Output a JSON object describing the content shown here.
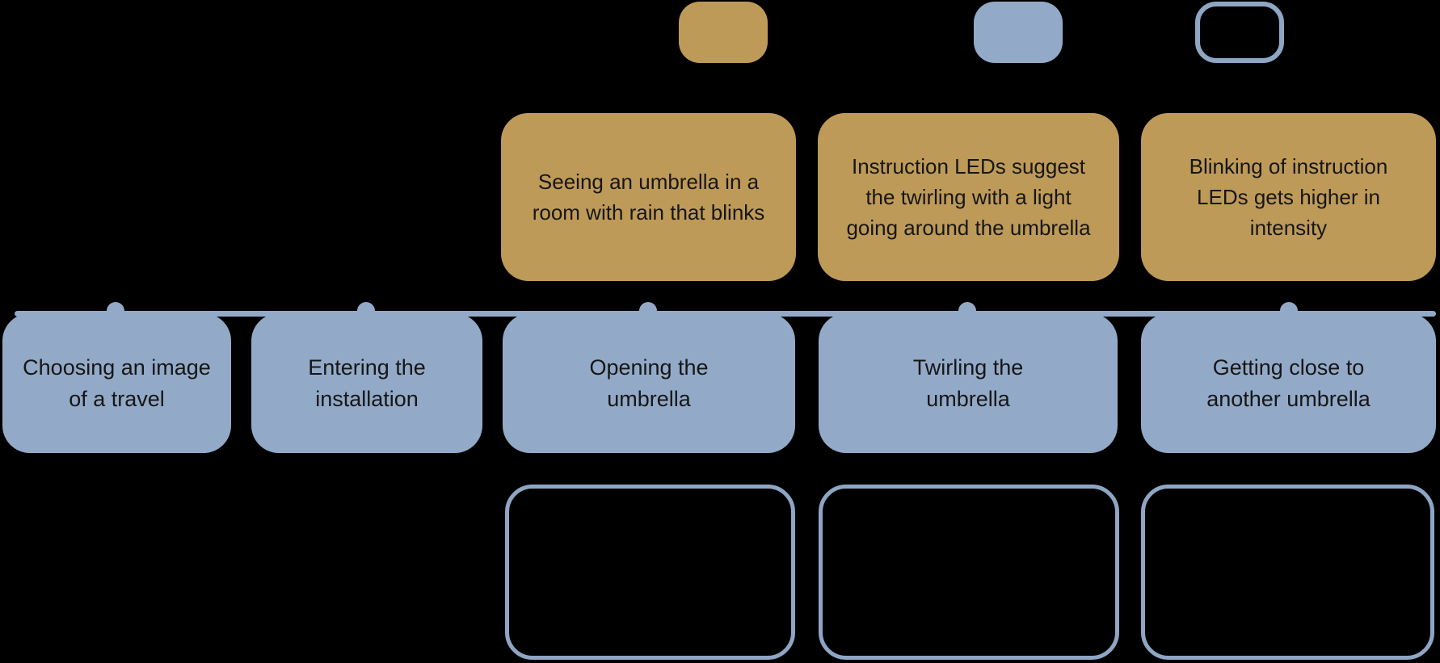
{
  "diagram": {
    "background": "#000000",
    "colors": {
      "gold_fill": "#BE9A59",
      "blue_fill": "#92AAC8",
      "outline_border": "#8EA6C4",
      "text": "#161616"
    },
    "legend": {
      "items": [
        {
          "name": "gold-filled",
          "style": "filled",
          "color": "#BE9A59",
          "label": ""
        },
        {
          "name": "blue-filled",
          "style": "filled",
          "color": "#92AAC8",
          "label": ""
        },
        {
          "name": "outlined",
          "style": "outlined",
          "color": "#8EA6C4",
          "label": ""
        }
      ]
    },
    "feedback_row": {
      "items": [
        {
          "label": "Seeing an umbrella in a room with rain that blinks"
        },
        {
          "label": "Instruction LEDs suggest the twirling with a light going around the umbrella"
        },
        {
          "label": "Blinking of instruction LEDs gets higher in intensity"
        }
      ]
    },
    "stage_row": {
      "items": [
        {
          "label": "Choosing an image of a travel"
        },
        {
          "label": "Entering the installation"
        },
        {
          "label": "Opening the umbrella"
        },
        {
          "label": "Twirling the umbrella"
        },
        {
          "label": "Getting close to another umbrella"
        }
      ]
    },
    "bottom_row": {
      "items": [
        {
          "label": ""
        },
        {
          "label": ""
        },
        {
          "label": ""
        }
      ]
    }
  }
}
